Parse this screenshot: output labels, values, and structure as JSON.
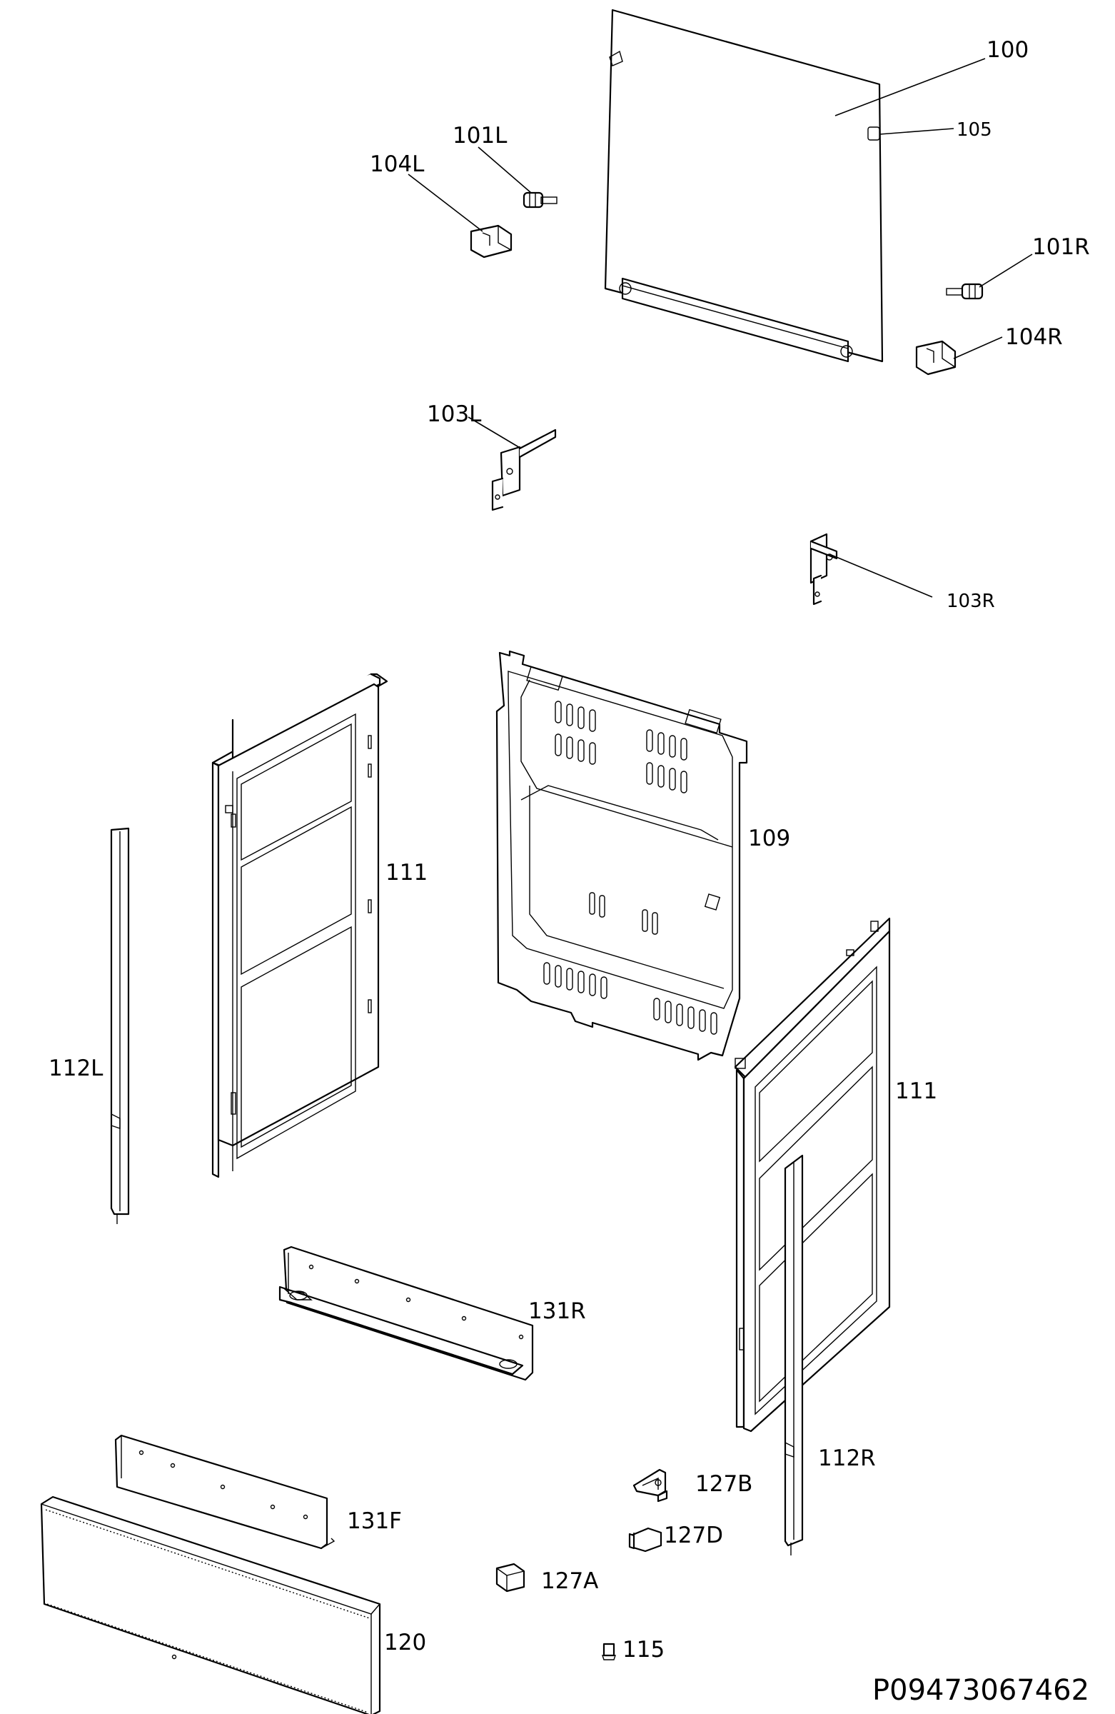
{
  "labels": {
    "p100": "100",
    "p105": "105",
    "p101L": "101L",
    "p104L": "104L",
    "p101R": "101R",
    "p104R": "104R",
    "p103L": "103L",
    "p103R": "103R",
    "p109": "109",
    "p111_left": "111",
    "p111_right": "111",
    "p112L": "112L",
    "p112R": "112R",
    "p131R": "131R",
    "p131F": "131F",
    "p127B": "127B",
    "p127D": "127D",
    "p127A": "127A",
    "p120": "120",
    "p115": "115"
  },
  "document_id": "P09473067462"
}
